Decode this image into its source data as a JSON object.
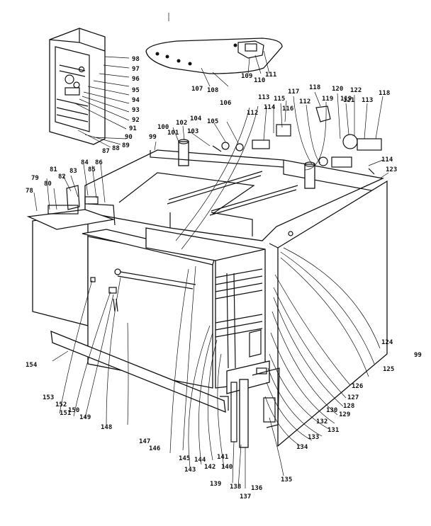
{
  "diagram": {
    "callouts": [
      {
        "id": "c78",
        "text": "78"
      },
      {
        "id": "c79",
        "text": "79"
      },
      {
        "id": "c80",
        "text": "80"
      },
      {
        "id": "c81",
        "text": "81"
      },
      {
        "id": "c82",
        "text": "82"
      },
      {
        "id": "c83",
        "text": "83"
      },
      {
        "id": "c84",
        "text": "84"
      },
      {
        "id": "c85",
        "text": "85"
      },
      {
        "id": "c86",
        "text": "86"
      },
      {
        "id": "c87",
        "text": "87"
      },
      {
        "id": "c88",
        "text": "88"
      },
      {
        "id": "c89",
        "text": "89"
      },
      {
        "id": "c90",
        "text": "90"
      },
      {
        "id": "c91",
        "text": "91"
      },
      {
        "id": "c92",
        "text": "92"
      },
      {
        "id": "c93",
        "text": "93"
      },
      {
        "id": "c94",
        "text": "94"
      },
      {
        "id": "c95",
        "text": "95"
      },
      {
        "id": "c96",
        "text": "96"
      },
      {
        "id": "c97",
        "text": "97"
      },
      {
        "id": "c98",
        "text": "98"
      },
      {
        "id": "c99a",
        "text": "99"
      },
      {
        "id": "c99b",
        "text": "99"
      },
      {
        "id": "c100",
        "text": "100"
      },
      {
        "id": "c101",
        "text": "101"
      },
      {
        "id": "c102",
        "text": "102"
      },
      {
        "id": "c103",
        "text": "103"
      },
      {
        "id": "c104",
        "text": "104"
      },
      {
        "id": "c105",
        "text": "105"
      },
      {
        "id": "c106",
        "text": "106"
      },
      {
        "id": "c107",
        "text": "107"
      },
      {
        "id": "c108",
        "text": "108"
      },
      {
        "id": "c109",
        "text": "109"
      },
      {
        "id": "c110",
        "text": "110"
      },
      {
        "id": "c111",
        "text": "111"
      },
      {
        "id": "c112a",
        "text": "112"
      },
      {
        "id": "c112b",
        "text": "112"
      },
      {
        "id": "c113a",
        "text": "113"
      },
      {
        "id": "c113b",
        "text": "113"
      },
      {
        "id": "c114a",
        "text": "114"
      },
      {
        "id": "c114b",
        "text": "114"
      },
      {
        "id": "c115",
        "text": "115"
      },
      {
        "id": "c116",
        "text": "116"
      },
      {
        "id": "c117",
        "text": "117"
      },
      {
        "id": "c118a",
        "text": "118"
      },
      {
        "id": "c118b",
        "text": "118"
      },
      {
        "id": "c119a",
        "text": "119"
      },
      {
        "id": "c119b",
        "text": "119"
      },
      {
        "id": "c120",
        "text": "120"
      },
      {
        "id": "c121",
        "text": "121"
      },
      {
        "id": "c122",
        "text": "122"
      },
      {
        "id": "c123",
        "text": "123"
      },
      {
        "id": "c124",
        "text": "124"
      },
      {
        "id": "c125",
        "text": "125"
      },
      {
        "id": "c126",
        "text": "126"
      },
      {
        "id": "c127",
        "text": "127"
      },
      {
        "id": "c128",
        "text": "128"
      },
      {
        "id": "c129",
        "text": "129"
      },
      {
        "id": "c130",
        "text": "130"
      },
      {
        "id": "c131",
        "text": "131"
      },
      {
        "id": "c132",
        "text": "132"
      },
      {
        "id": "c133",
        "text": "133"
      },
      {
        "id": "c134",
        "text": "134"
      },
      {
        "id": "c135",
        "text": "135"
      },
      {
        "id": "c136",
        "text": "136"
      },
      {
        "id": "c137",
        "text": "137"
      },
      {
        "id": "c138",
        "text": "138"
      },
      {
        "id": "c139",
        "text": "139"
      },
      {
        "id": "c140",
        "text": "140"
      },
      {
        "id": "c141",
        "text": "141"
      },
      {
        "id": "c142",
        "text": "142"
      },
      {
        "id": "c143",
        "text": "143"
      },
      {
        "id": "c144",
        "text": "144"
      },
      {
        "id": "c145",
        "text": "145"
      },
      {
        "id": "c146",
        "text": "146"
      },
      {
        "id": "c147",
        "text": "147"
      },
      {
        "id": "c148",
        "text": "148"
      },
      {
        "id": "c149",
        "text": "149"
      },
      {
        "id": "c150",
        "text": "150"
      },
      {
        "id": "c151",
        "text": "151"
      },
      {
        "id": "c152",
        "text": "152"
      },
      {
        "id": "c153",
        "text": "153"
      },
      {
        "id": "c154",
        "text": "154"
      }
    ]
  }
}
